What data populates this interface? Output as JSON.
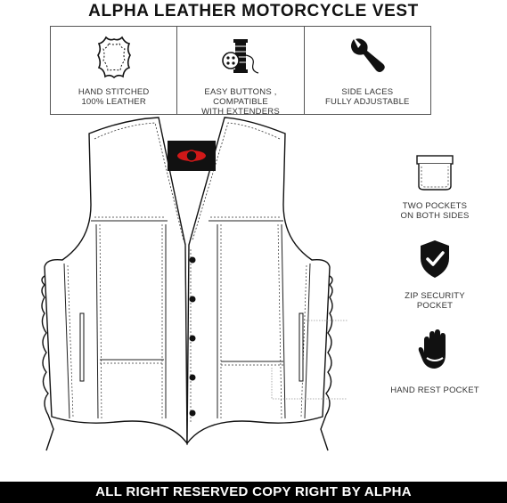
{
  "header": {
    "title": "ALPHA LEATHER MOTORCYCLE VEST"
  },
  "features": [
    {
      "icon": "leather-hide-icon",
      "line1": "HAND STITCHED",
      "line2": "100% LEATHER"
    },
    {
      "icon": "button-spool-icon",
      "line1": "EASY BUTTONS , COMPATIBLE",
      "line2": "WITH EXTENDERS"
    },
    {
      "icon": "wrench-icon",
      "line1": "SIDE LACES",
      "line2": "FULLY ADJUSTABLE"
    }
  ],
  "side_features": [
    {
      "icon": "pocket-icon",
      "line1": "TWO POCKETS",
      "line2": "ON BOTH SIDES"
    },
    {
      "icon": "shield-check-icon",
      "line1": "ZIP SECURITY",
      "line2": "POCKET"
    },
    {
      "icon": "hand-icon",
      "line1": "HAND REST POCKET",
      "line2": ""
    }
  ],
  "footer": {
    "text": "ALL RIGHT RESERVED COPY RIGHT BY ALPHA"
  },
  "colors": {
    "background": "#ffffff",
    "text": "#111111",
    "footer_bg": "#000000",
    "badge_red": "#d01818"
  }
}
